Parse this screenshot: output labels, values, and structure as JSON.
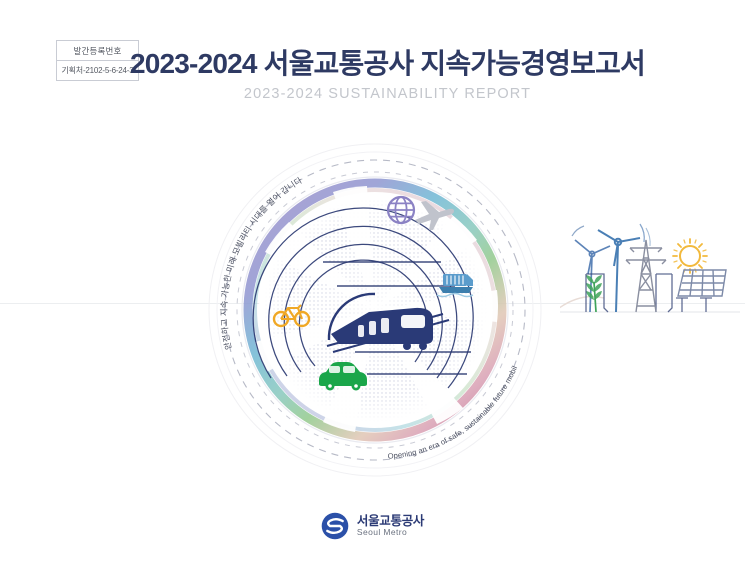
{
  "document": {
    "registration": {
      "label": "발간등록번호",
      "number": "기획처-2102-5-6-24-3"
    },
    "title_ko": "2023-2024 서울교통공사 지속가능경영보고서",
    "title_en": "2023-2024 SUSTAINABILITY REPORT"
  },
  "emblem": {
    "slogan_ko": "안전하고 지속 가능한 미래 모빌리티 시대를 열어 갑니다",
    "slogan_en": "Opening an era of safe, sustainable future mobility",
    "icons": [
      {
        "name": "subway-train-icon",
        "label": "지하철",
        "color": "#2a3a77"
      },
      {
        "name": "globe-icon",
        "label": "지구",
        "color": "#8b82c4"
      },
      {
        "name": "airplane-icon",
        "label": "항공기",
        "color": "#b9bcc6"
      },
      {
        "name": "ship-icon",
        "label": "선박",
        "color": "#4a8fc0"
      },
      {
        "name": "bicycle-icon",
        "label": "자전거",
        "color": "#f0a826"
      },
      {
        "name": "car-icon",
        "label": "자동차",
        "color": "#1aa64a"
      }
    ],
    "ring_colors": [
      "#9a92cc",
      "#6fb7d4",
      "#7fc6b6",
      "#8fc98a",
      "#d9a9b8",
      "#c77f9b"
    ]
  },
  "illustration": {
    "name": "renewable-energy-scene",
    "elements": [
      {
        "name": "wind-turbine-icon",
        "color": "#4a7fb5"
      },
      {
        "name": "power-transmission-tower-icon",
        "color": "#8a8fa0"
      },
      {
        "name": "sun-icon",
        "color": "#f2b93c"
      },
      {
        "name": "solar-panel-icon",
        "color": "#7d8aa8"
      },
      {
        "name": "wheat-plant-icon",
        "color": "#3fa35a"
      }
    ]
  },
  "logo": {
    "name_ko": "서울교통공사",
    "name_en": "Seoul Metro",
    "color": "#2b50a8"
  },
  "colors": {
    "title": "#2e3a63",
    "subtitle": "#c3c6cc",
    "train": "#2a3a77",
    "background": "#ffffff"
  }
}
